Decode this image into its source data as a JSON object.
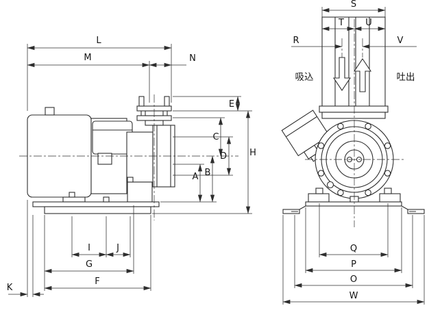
{
  "dims": {
    "L": "L",
    "M": "M",
    "N": "N",
    "E": "E",
    "C": "C",
    "D": "D",
    "H": "H",
    "B": "B",
    "A": "A",
    "I": "I",
    "J": "J",
    "G": "G",
    "F": "F",
    "K": "K",
    "S": "S",
    "T": "T",
    "U": "U",
    "R": "R",
    "V": "V",
    "Q": "Q",
    "P": "P",
    "O": "O",
    "W": "W"
  },
  "annotations": {
    "suction": "吸込",
    "discharge": "吐出"
  },
  "colors": {
    "line": "#2e2e2e",
    "background": "#ffffff"
  }
}
